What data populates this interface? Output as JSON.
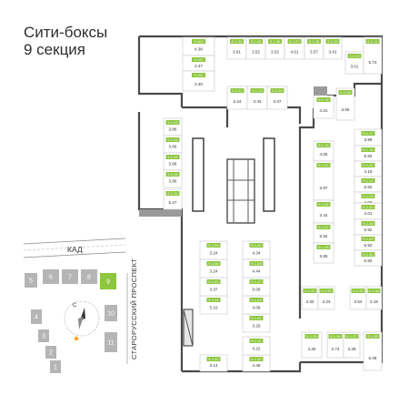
{
  "title": {
    "line1": "Сити-боксы",
    "line2": "9 секция"
  },
  "colors": {
    "accent": "#8dc63f",
    "wall": "#4a4a4a",
    "cell": "#c8c8c8",
    "building": "#b5b5b5"
  },
  "labels": {
    "road": "КАД",
    "avenue": "СТАРОРУССКИЙ ПРОСПЕКТ",
    "north": "С"
  },
  "site_plan": {
    "buildings": [
      "1",
      "2",
      "3",
      "4",
      "5",
      "6",
      "7",
      "8",
      "9",
      "10",
      "11"
    ],
    "highlighted": "9"
  },
  "boxes": [
    {
      "id": "b1",
      "tag": "9.103",
      "area": "4.38"
    },
    {
      "id": "b2",
      "tag": "9.102",
      "area": "3.47"
    },
    {
      "id": "b3",
      "tag": "9.101",
      "area": "3.40"
    },
    {
      "id": "b4",
      "tag": "9.1.04",
      "area": "3.61"
    },
    {
      "id": "b5",
      "tag": "9.1.05",
      "area": "3.52"
    },
    {
      "id": "b6",
      "tag": "9.1.06",
      "area": "3.52"
    },
    {
      "id": "b7",
      "tag": "9.1.07",
      "area": "4.61"
    },
    {
      "id": "b8",
      "tag": "9.1.08",
      "area": "3.57"
    },
    {
      "id": "b9",
      "tag": "9.1.09",
      "area": "3.41"
    },
    {
      "id": "b10",
      "tag": "9.1.10",
      "area": "3.01"
    },
    {
      "id": "b11",
      "tag": "9.1.11",
      "area": "5.73"
    },
    {
      "id": "b12",
      "tag": "9.1.12",
      "area": "3.24"
    },
    {
      "id": "b13",
      "tag": "9.1.13",
      "area": "3.43"
    },
    {
      "id": "b14",
      "tag": "9.1.14",
      "area": "3.37"
    },
    {
      "id": "b15",
      "tag": "9.1.15",
      "area": "4.24"
    },
    {
      "id": "b16",
      "tag": "9.1.16",
      "area": "3.59"
    },
    {
      "id": "b17",
      "tag": "9.1.17",
      "area": "3.98"
    },
    {
      "id": "b18",
      "tag": "9.1.18",
      "area": "5.92"
    },
    {
      "id": "b19",
      "tag": "9.1.19",
      "area": "4.05"
    },
    {
      "id": "b20",
      "tag": "9.1.20",
      "area": "4.19"
    },
    {
      "id": "b21",
      "tag": "9.1.21",
      "area": "5.92"
    },
    {
      "id": "b22",
      "tag": "9.1.22",
      "area": "3.97"
    },
    {
      "id": "b23",
      "tag": "9.1.23",
      "area": "4.00"
    },
    {
      "id": "b24",
      "tag": "9.1.24",
      "area": "3.44"
    },
    {
      "id": "b25",
      "tag": "9.1.25",
      "area": "4.01"
    },
    {
      "id": "b26",
      "tag": "9.1.26",
      "area": "5.92"
    },
    {
      "id": "b27",
      "tag": "9.1.27",
      "area": "5.92"
    },
    {
      "id": "b28",
      "tag": "9.1.28",
      "area": "3.85"
    },
    {
      "id": "b29",
      "tag": "9.1.29",
      "area": "5.92"
    },
    {
      "id": "b30",
      "tag": "9.1.30",
      "area": "5.92"
    },
    {
      "id": "b31",
      "tag": "9.1.31",
      "area": "3.32"
    },
    {
      "id": "b32",
      "tag": "9.1.32",
      "area": "3.23"
    },
    {
      "id": "b33",
      "tag": "9.1.33",
      "area": "3.54"
    },
    {
      "id": "b34",
      "tag": "9.1.34",
      "area": "3.15"
    },
    {
      "id": "b35",
      "tag": "9.1.35",
      "area": "4.30"
    },
    {
      "id": "b36",
      "tag": "9.1.36",
      "area": "3.74"
    },
    {
      "id": "b37",
      "tag": "9.1.37",
      "area": "3.39"
    },
    {
      "id": "b38",
      "tag": "9.1.38",
      "area": "5.08"
    },
    {
      "id": "b39",
      "tag": "9.1.39",
      "area": "4.46"
    },
    {
      "id": "b40",
      "tag": "9.1.40",
      "area": "3.14"
    },
    {
      "id": "b41",
      "tag": "9.1.41",
      "area": "4.22"
    },
    {
      "id": "b42",
      "tag": "9.1.42",
      "area": "3.26"
    },
    {
      "id": "b43",
      "tag": "9.1.43",
      "area": "4.06"
    },
    {
      "id": "b44",
      "tag": "9.1.44",
      "area": "5.10"
    },
    {
      "id": "b45",
      "tag": "9.1.45",
      "area": "3.37"
    },
    {
      "id": "b46",
      "tag": "9.1.46",
      "area": "3.24"
    },
    {
      "id": "b47",
      "tag": "9.1.47",
      "area": "5.06"
    },
    {
      "id": "b48",
      "tag": "9.1.48",
      "area": "4.44"
    },
    {
      "id": "b49",
      "tag": "9.1.49",
      "area": "3.24"
    },
    {
      "id": "b50",
      "tag": "9.1.50",
      "area": "4.34"
    },
    {
      "id": "b51",
      "tag": "9.1.51",
      "area": "3.24"
    },
    {
      "id": "b52",
      "tag": "9.1.52",
      "area": "5.27"
    },
    {
      "id": "b53",
      "tag": "9.1.53",
      "area": "3.86"
    },
    {
      "id": "b54",
      "tag": "9.1.54",
      "area": "3.86"
    },
    {
      "id": "b55",
      "tag": "9.1.55",
      "area": "3.86"
    },
    {
      "id": "b56",
      "tag": "9.1.56",
      "area": "3.86"
    },
    {
      "id": "b57",
      "tag": "9.1.57",
      "area": "3.98"
    }
  ]
}
